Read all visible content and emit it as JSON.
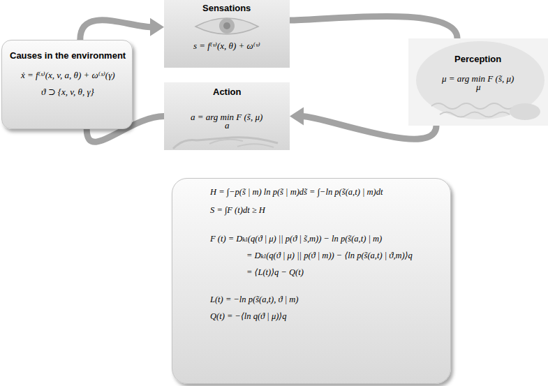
{
  "diagram": {
    "nodes": [
      {
        "text": [
          "Causes in the environment",
          "ẋ = f⁽ˣ⁾(x, v, a, θ) + ω⁽ˣ⁾(γ)",
          "ϑ ⊃ {x, v, θ, γ}"
        ]
      },
      {
        "text": [
          "Sensations",
          "s = f⁽ᵛ⁾(x, θ) + ω⁽ᵛ⁾"
        ]
      },
      {
        "text": [
          "Perception",
          "μ = arg min F (s̃, μ)",
          "μ"
        ]
      },
      {
        "text": [
          "Action",
          "a = arg min F (s̃, μ)",
          "a"
        ]
      },
      {
        "text": [
          "H = ∫−p(s̃ | m) ln p(s̃ | m)ds̃ = ∫−ln p(s̃(a,t) | m)dt",
          "S = ∫F (t)dt ≥ H",
          "F (t) = Dₖₗ(q(ϑ | μ) || p(ϑ | s̃,m)) − ln p(s̃(a,t) | m)",
          "= Dₖₗ(q(ϑ | μ) || p(ϑ | m)) − ⟨ln p(s̃(a,t) | ϑ,m)⟩q",
          "= ⟨L(t)⟩q − Q(t)",
          "L(t) = −ln p(s̃(a,t), ϑ | m)",
          "Q(t) = −⟨ln q(ϑ | μ)⟩q"
        ]
      }
    ],
    "edges": [
      {
        "from": 0,
        "to": 1,
        "arrow": "to"
      },
      {
        "from": 1,
        "to": 2,
        "arrow": "none"
      },
      {
        "from": 2,
        "to": 3,
        "arrow": "to"
      },
      {
        "from": 3,
        "to": 0,
        "arrow": "none"
      }
    ]
  }
}
